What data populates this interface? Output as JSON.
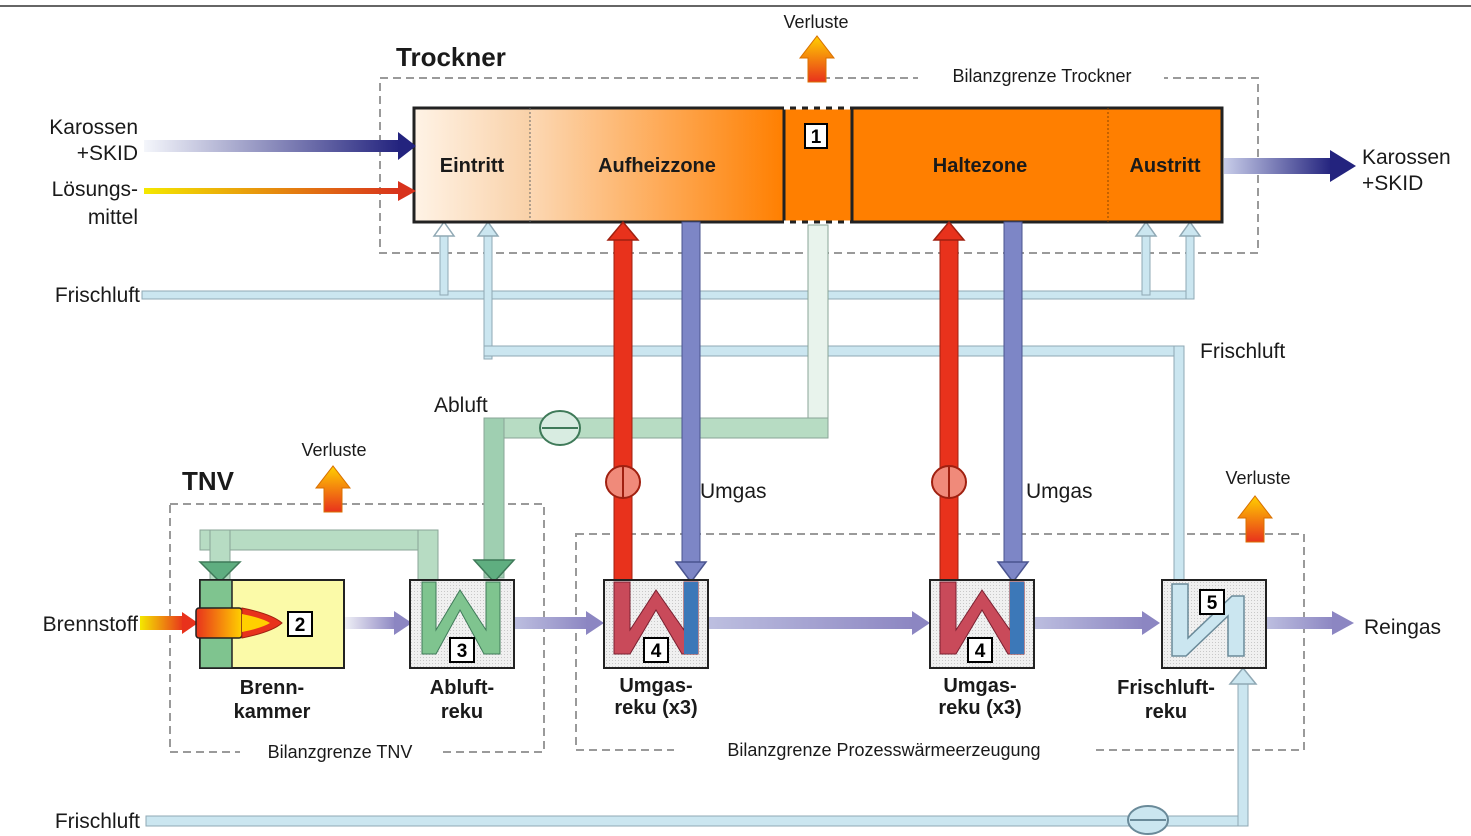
{
  "trockner": {
    "title": "Trockner",
    "boundary": "Bilanzgrenze Trockner",
    "zones": [
      "Eintritt",
      "Aufheizzone",
      "Haltezone",
      "Austritt"
    ],
    "zone1_number": "1"
  },
  "inputs": {
    "karossen_in_line1": "Karossen",
    "karossen_in_line2": "+SKID",
    "loesungsmittel_line1": "Lösungs-",
    "loesungsmittel_line2": "mittel",
    "frischluft_top": "Frischluft",
    "brennstoff": "Brennstoff",
    "frischluft_bottom": "Frischluft"
  },
  "outputs": {
    "karossen_out_line1": "Karossen",
    "karossen_out_line2": "+SKID",
    "reingas": "Reingas"
  },
  "flows": {
    "verluste_top": "Verluste",
    "verluste_tnv": "Verluste",
    "verluste_right": "Verluste",
    "abluft": "Abluft",
    "umgas_1": "Umgas",
    "umgas_2": "Umgas",
    "frischluft_mid": "Frischluft"
  },
  "tnv": {
    "title": "TNV",
    "boundary": "Bilanzgrenze TNV"
  },
  "process": {
    "boundary": "Bilanzgrenze Prozesswärmeerzeugung"
  },
  "components": {
    "brennkammer_num": "2",
    "brennkammer_line1": "Brenn-",
    "brennkammer_line2": "kammer",
    "abluftreku_num": "3",
    "abluftreku_line1": "Abluft-",
    "abluftreku_line2": "reku",
    "umgasreku1_num": "4",
    "umgasreku1_line1": "Umgas-",
    "umgasreku1_line2": "reku (x3)",
    "umgasreku2_num": "4",
    "umgasreku2_line1": "Umgas-",
    "umgasreku2_line2": "reku (x3)",
    "frischluftreku_num": "5",
    "frischluftreku_line1": "Frischluft-",
    "frischluftreku_line2": "reku"
  },
  "colors": {
    "hot": "#e8321c",
    "cold": "#7d86c6",
    "fresh": "#cbe6f0",
    "abluft": "#a9d3b7",
    "product": "#3b3f9a",
    "oven": "#ff7f00"
  }
}
